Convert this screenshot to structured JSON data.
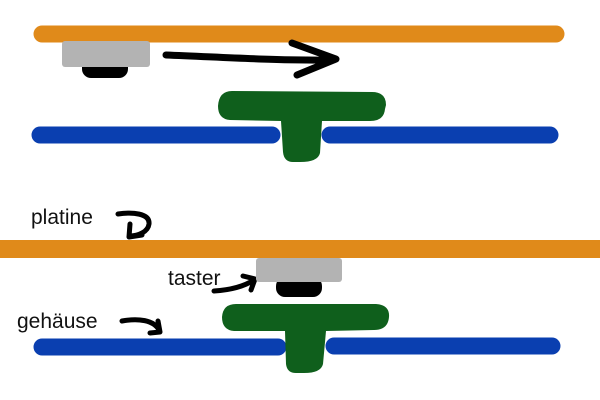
{
  "labels": {
    "platine": "platine",
    "taster": "taster",
    "gehaeuse": "gehäuse"
  },
  "colors": {
    "platine": "#e08a1a",
    "taster_cap": "#b3b3b3",
    "taster_base": "#000000",
    "plunger": "#0f5f1c",
    "gehaeuse": "#0a3fb0",
    "arrow": "#000000",
    "background": "#ffffff"
  },
  "panels": [
    {
      "state": "displaced",
      "arrow": "right"
    },
    {
      "state": "aligned"
    }
  ]
}
